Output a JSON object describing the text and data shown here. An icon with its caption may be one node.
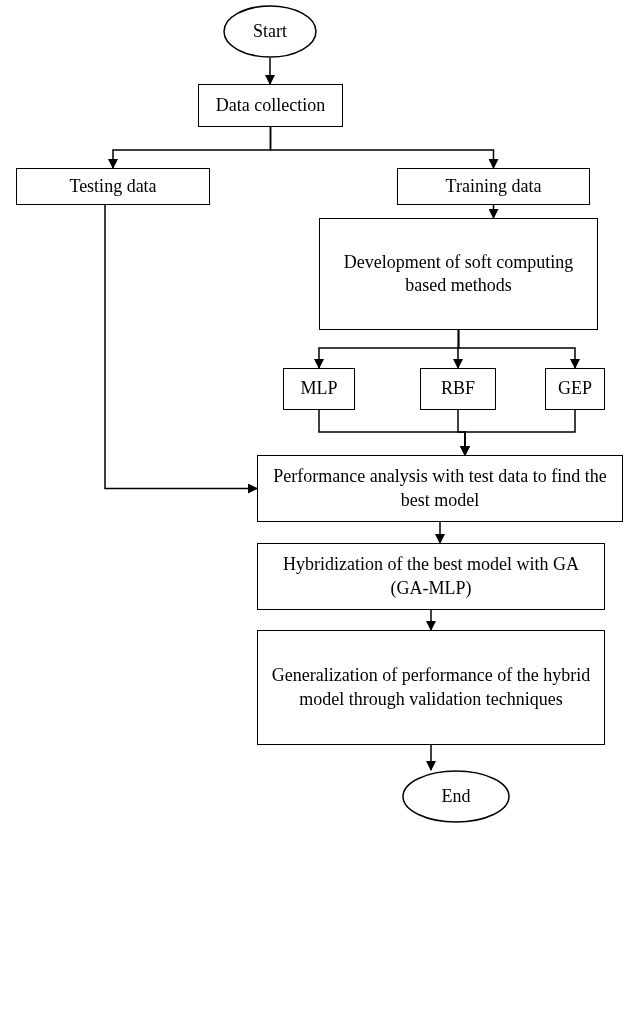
{
  "diagram": {
    "nodes": [
      {
        "text": [
          "Start"
        ]
      },
      {
        "text": [
          "Data collection"
        ]
      },
      {
        "text": [
          "Testing data"
        ]
      },
      {
        "text": [
          "Training data"
        ]
      },
      {
        "text": [
          "Development of soft computing based methods"
        ]
      },
      {
        "text": [
          "MLP"
        ]
      },
      {
        "text": [
          "RBF"
        ]
      },
      {
        "text": [
          "GEP"
        ]
      },
      {
        "text": [
          "Performance analysis with test data to find the best model"
        ]
      },
      {
        "text": [
          "Hybridization of the best model with GA (GA-MLP)"
        ]
      },
      {
        "text": [
          "Generalization of performance of the hybrid model through validation techniques"
        ]
      },
      {
        "text": [
          "End"
        ]
      }
    ],
    "edges": [
      {
        "from": 0,
        "to": 1,
        "arrow": "to"
      },
      {
        "from": 1,
        "to": 2,
        "arrow": "to"
      },
      {
        "from": 1,
        "to": 3,
        "arrow": "to"
      },
      {
        "from": 3,
        "to": 4,
        "arrow": "to"
      },
      {
        "from": 4,
        "to": 5,
        "arrow": "to"
      },
      {
        "from": 4,
        "to": 6,
        "arrow": "to"
      },
      {
        "from": 4,
        "to": 7,
        "arrow": "to"
      },
      {
        "from": 5,
        "to": 8,
        "arrow": "to"
      },
      {
        "from": 6,
        "to": 8,
        "arrow": "to"
      },
      {
        "from": 7,
        "to": 8,
        "arrow": "to"
      },
      {
        "from": 2,
        "to": 8,
        "arrow": "to"
      },
      {
        "from": 8,
        "to": 9,
        "arrow": "to"
      },
      {
        "from": 9,
        "to": 10,
        "arrow": "to"
      },
      {
        "from": 10,
        "to": 11,
        "arrow": "to"
      }
    ]
  }
}
